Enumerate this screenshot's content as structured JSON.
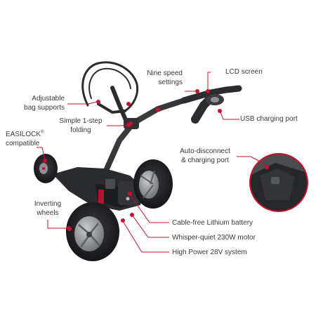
{
  "colors": {
    "accent": "#c8102e",
    "frame": "#2b2c2f",
    "text": "#3a3a3a",
    "leader": "#c8102e",
    "wheel_hub": "#8e9194"
  },
  "labels": {
    "adjustable": [
      "Adjustable",
      "bag supports"
    ],
    "nine_speed": [
      "Nine speed",
      "settings"
    ],
    "lcd": "LCD screen",
    "usb": "USB charging port",
    "folding": [
      "Simple 1-step",
      "folding"
    ],
    "easilock_line1": "EASILOCK",
    "easilock_mark": "®",
    "easilock_line2": "compatible",
    "auto_disconnect": [
      "Auto-disconnect",
      "& charging port"
    ],
    "inverting": [
      "Inverting",
      "wheels"
    ],
    "battery": "Cable-free Lithium battery",
    "motor": "Whisper-quiet 230W motor",
    "power": "High Power 28V system"
  },
  "icons": {
    "callout_dot": "red-dot-icon",
    "detail_inset": "magnifier-circle-icon"
  }
}
